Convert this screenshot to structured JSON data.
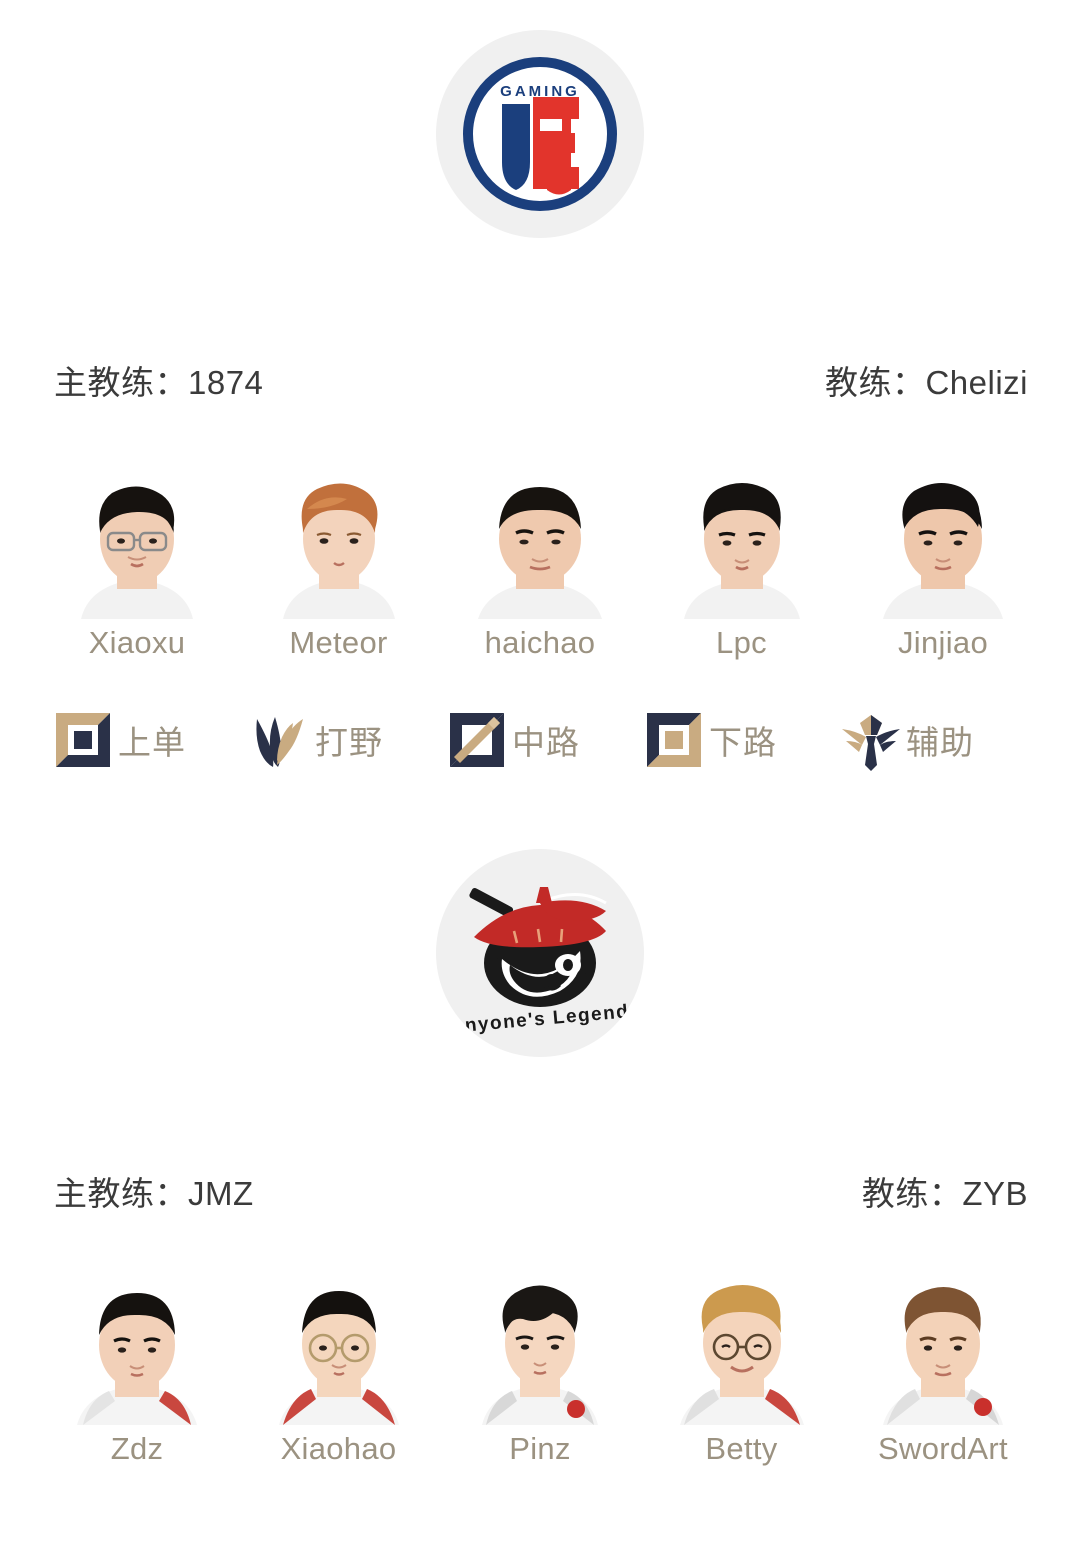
{
  "page": {
    "background": "#ffffff",
    "name_color": "#9b9281",
    "staff_color": "#3b3b3b",
    "logo_disc_color": "#f0f0f0"
  },
  "roles": [
    {
      "key": "top",
      "label": "上单",
      "icon": "role-top-icon"
    },
    {
      "key": "jungle",
      "label": "打野",
      "icon": "role-jungle-icon"
    },
    {
      "key": "mid",
      "label": "中路",
      "icon": "role-mid-icon"
    },
    {
      "key": "bot",
      "label": "下路",
      "icon": "role-bot-icon"
    },
    {
      "key": "support",
      "label": "辅助",
      "icon": "role-support-icon"
    }
  ],
  "teams": [
    {
      "id": "fpx",
      "logo": {
        "name": "fpx-team-logo",
        "wordmark": "GAMING",
        "colors": {
          "blue": "#1b3f7d",
          "red": "#e2342c",
          "white": "#ffffff"
        }
      },
      "staff": {
        "head_coach": "主教练：1874",
        "coach": "教练：Chelizi"
      },
      "players": [
        {
          "name": "Xiaoxu",
          "role": "上单",
          "hair": "#16120f",
          "skin": "#f0cdb4",
          "jersey": "#f2f2f2",
          "glasses": true,
          "hair_style": "bowl"
        },
        {
          "name": "Meteor",
          "role": "打野",
          "hair": "#c1703c",
          "skin": "#f3d3bc",
          "jersey": "#f2f2f2",
          "glasses": false,
          "hair_style": "fluffy"
        },
        {
          "name": "haichao",
          "role": "中路",
          "hair": "#17130f",
          "skin": "#efc9ae",
          "jersey": "#f2f2f2",
          "glasses": false,
          "hair_style": "short"
        },
        {
          "name": "Lpc",
          "role": "下路",
          "hair": "#151210",
          "skin": "#f0cdb4",
          "jersey": "#f2f2f2",
          "glasses": false,
          "hair_style": "bowl"
        },
        {
          "name": "Jinjiao",
          "role": "辅助",
          "hair": "#141110",
          "skin": "#eec7ab",
          "jersey": "#f2f2f2",
          "glasses": false,
          "hair_style": "short"
        }
      ]
    },
    {
      "id": "al",
      "logo": {
        "name": "anyones-legend-team-logo",
        "wordmark": "Anyone's Legend",
        "colors": {
          "red": "#c22a27",
          "black": "#1a1a1a",
          "white": "#ffffff"
        }
      },
      "staff": {
        "head_coach": "主教练：JMZ",
        "coach": "教练：ZYB"
      },
      "players": [
        {
          "name": "Zdz",
          "role": "上单",
          "hair": "#15120f",
          "skin": "#f2d0b8",
          "jersey": "#f4f4f4",
          "glasses": false,
          "hair_style": "short"
        },
        {
          "name": "Xiaohao",
          "role": "打野",
          "hair": "#14110e",
          "skin": "#f4d6bd",
          "jersey": "#f4f4f4",
          "glasses": true,
          "hair_style": "bowl"
        },
        {
          "name": "Pinz",
          "role": "中路",
          "hair": "#1a1714",
          "skin": "#f5d7c0",
          "jersey": "#f4f4f4",
          "glasses": false,
          "hair_style": "wavy"
        },
        {
          "name": "Betty",
          "role": "下路",
          "hair": "#cc9a4e",
          "skin": "#f4d4bb",
          "jersey": "#f4f4f4",
          "glasses": true,
          "hair_style": "fluffy"
        },
        {
          "name": "SwordArt",
          "role": "辅助",
          "hair": "#7e5433",
          "skin": "#f3d2b8",
          "jersey": "#f4f4f4",
          "glasses": false,
          "hair_style": "fluffy"
        }
      ]
    }
  ]
}
